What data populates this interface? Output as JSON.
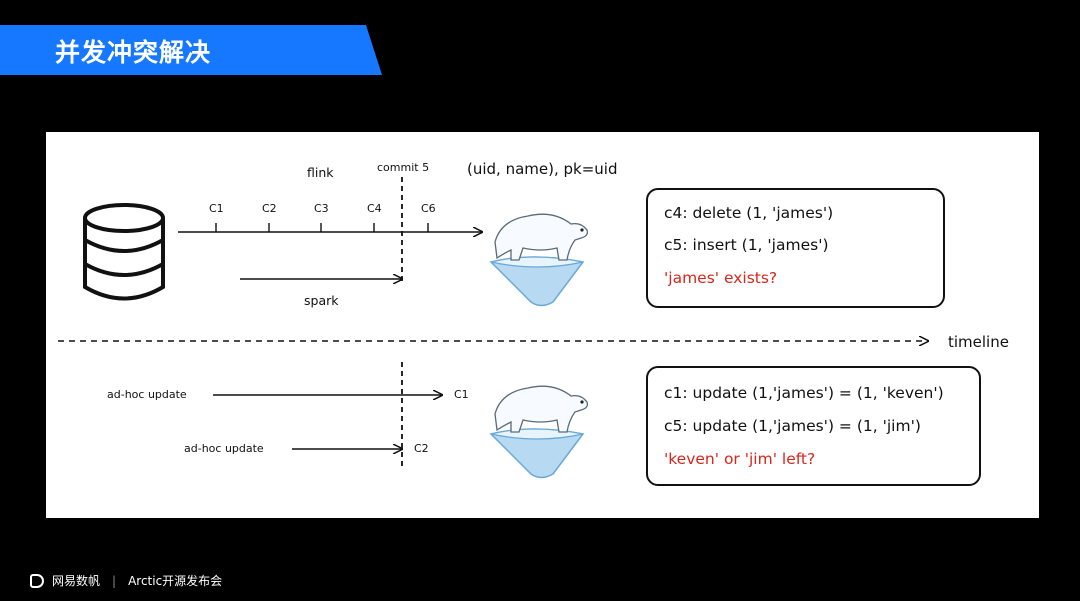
{
  "header": {
    "title": "并发冲突解决"
  },
  "diagram": {
    "top": {
      "flink_label": "flink",
      "commit_label": "commit 5",
      "schema_label": "(uid, name), pk=uid",
      "commits": [
        "C1",
        "C2",
        "C3",
        "C4",
        "C6"
      ],
      "spark_label": "spark",
      "box": {
        "line1": "c4: delete (1, 'james')",
        "line2": "c5: insert (1, 'james')",
        "question": "'james' exists?"
      }
    },
    "timeline_label": "timeline",
    "bottom": {
      "update1_label": "ad-hoc update",
      "update1_commit": "C1",
      "update2_label": "ad-hoc update",
      "update2_commit": "C2",
      "box": {
        "line1": "c1: update (1,'james') = (1, 'keven')",
        "line2": "c5: update (1,'james') = (1, 'jim')",
        "question": "'keven' or 'jim' left?"
      }
    },
    "colors": {
      "accent": "#1677ff",
      "question": "#d9261c"
    }
  },
  "footer": {
    "brand": "网易数帆",
    "event": "Arctic开源发布会"
  }
}
